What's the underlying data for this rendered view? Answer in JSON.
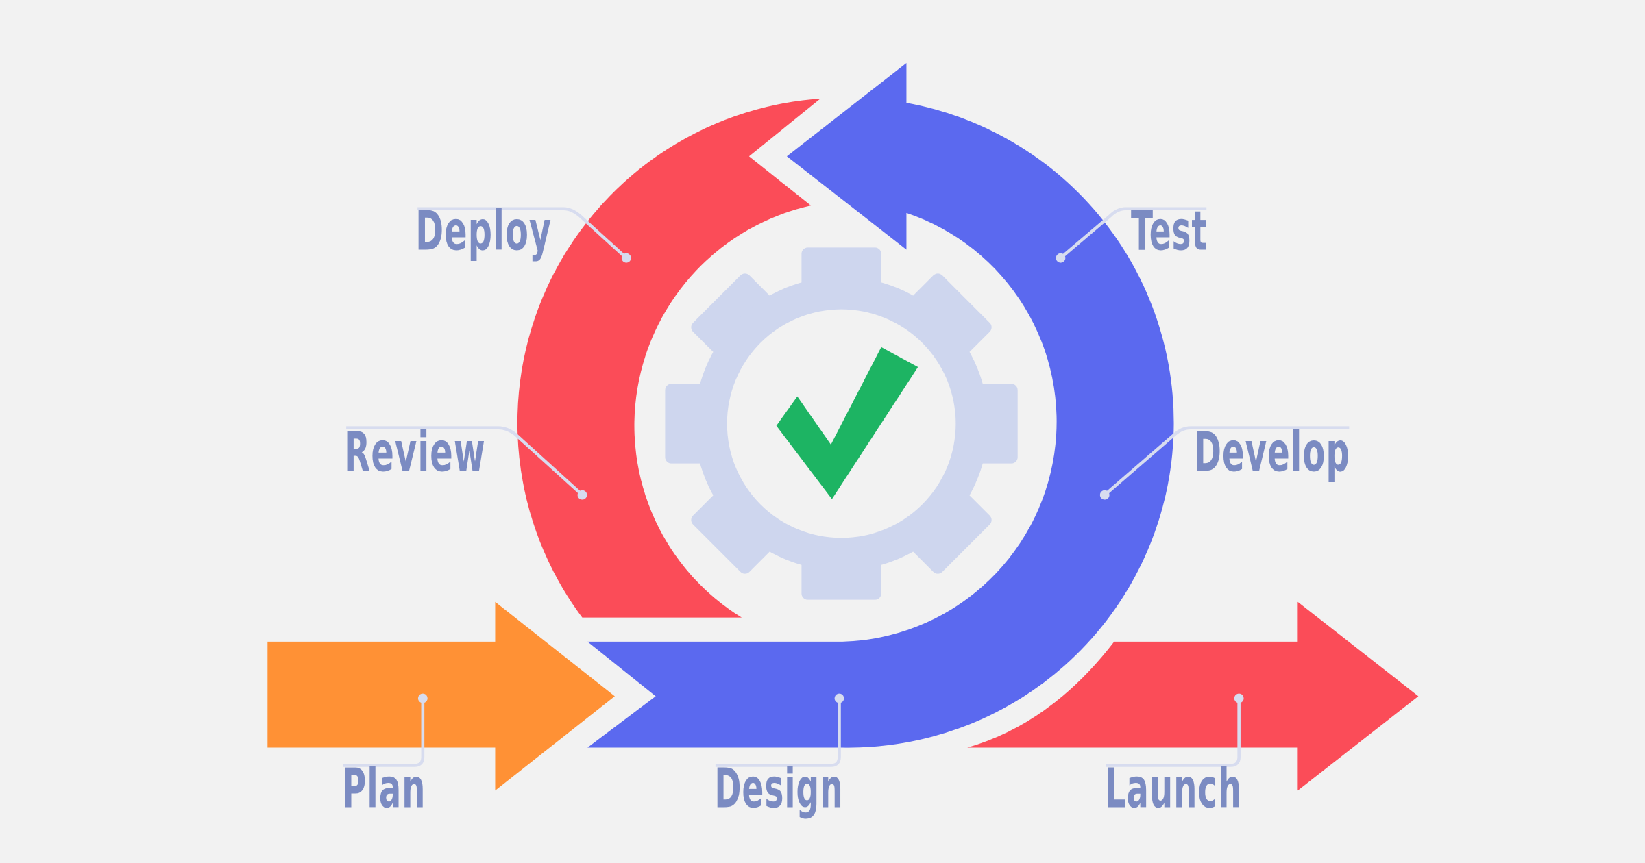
{
  "diagram": {
    "stages": {
      "plan": "Plan",
      "design": "Design",
      "launch": "Launch",
      "review": "Review",
      "deploy": "Deploy",
      "test": "Test",
      "develop": "Develop"
    },
    "center_icon": "gear-checkmark-icon",
    "colors": {
      "background": "#f2f2f2",
      "orange": "#ff9135",
      "red": "#fb4c58",
      "blue": "#5b69ef",
      "gear": "#ced6ee",
      "check": "#1db463",
      "label": "#7b8bc2"
    }
  }
}
